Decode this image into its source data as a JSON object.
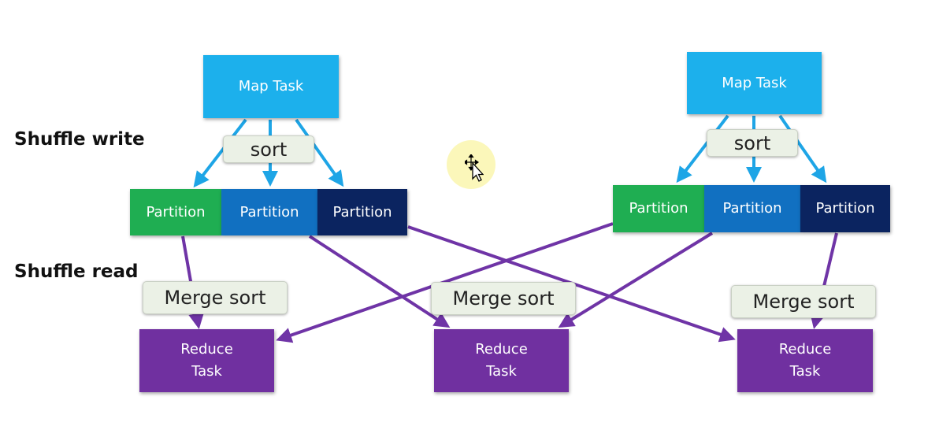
{
  "labels": {
    "shuffle_write": "Shuffle write",
    "shuffle_read": "Shuffle read"
  },
  "map_tasks": [
    {
      "label": "Map Task"
    },
    {
      "label": "Map Task"
    }
  ],
  "sort_tags": [
    {
      "label": "sort"
    },
    {
      "label": "sort"
    }
  ],
  "partitions": {
    "left": [
      {
        "label": "Partition"
      },
      {
        "label": "Partition"
      },
      {
        "label": "Partition"
      }
    ],
    "right": [
      {
        "label": "Partition"
      },
      {
        "label": "Partition"
      },
      {
        "label": "Partition"
      }
    ]
  },
  "merge_tags": [
    {
      "label": "Merge sort"
    },
    {
      "label": "Merge sort"
    },
    {
      "label": "Merge sort"
    }
  ],
  "reduce_tasks": [
    {
      "label": "Reduce\nTask"
    },
    {
      "label": "Reduce\nTask"
    },
    {
      "label": "Reduce\nTask"
    }
  ],
  "colors": {
    "map_task": "#1cb0ec",
    "partition_1": "#1fae52",
    "partition_2": "#1170c1",
    "partition_3": "#0b2460",
    "reduce_task": "#7030a0",
    "arrow_blue": "#1ea5e6",
    "arrow_purple": "#6f34a6"
  }
}
